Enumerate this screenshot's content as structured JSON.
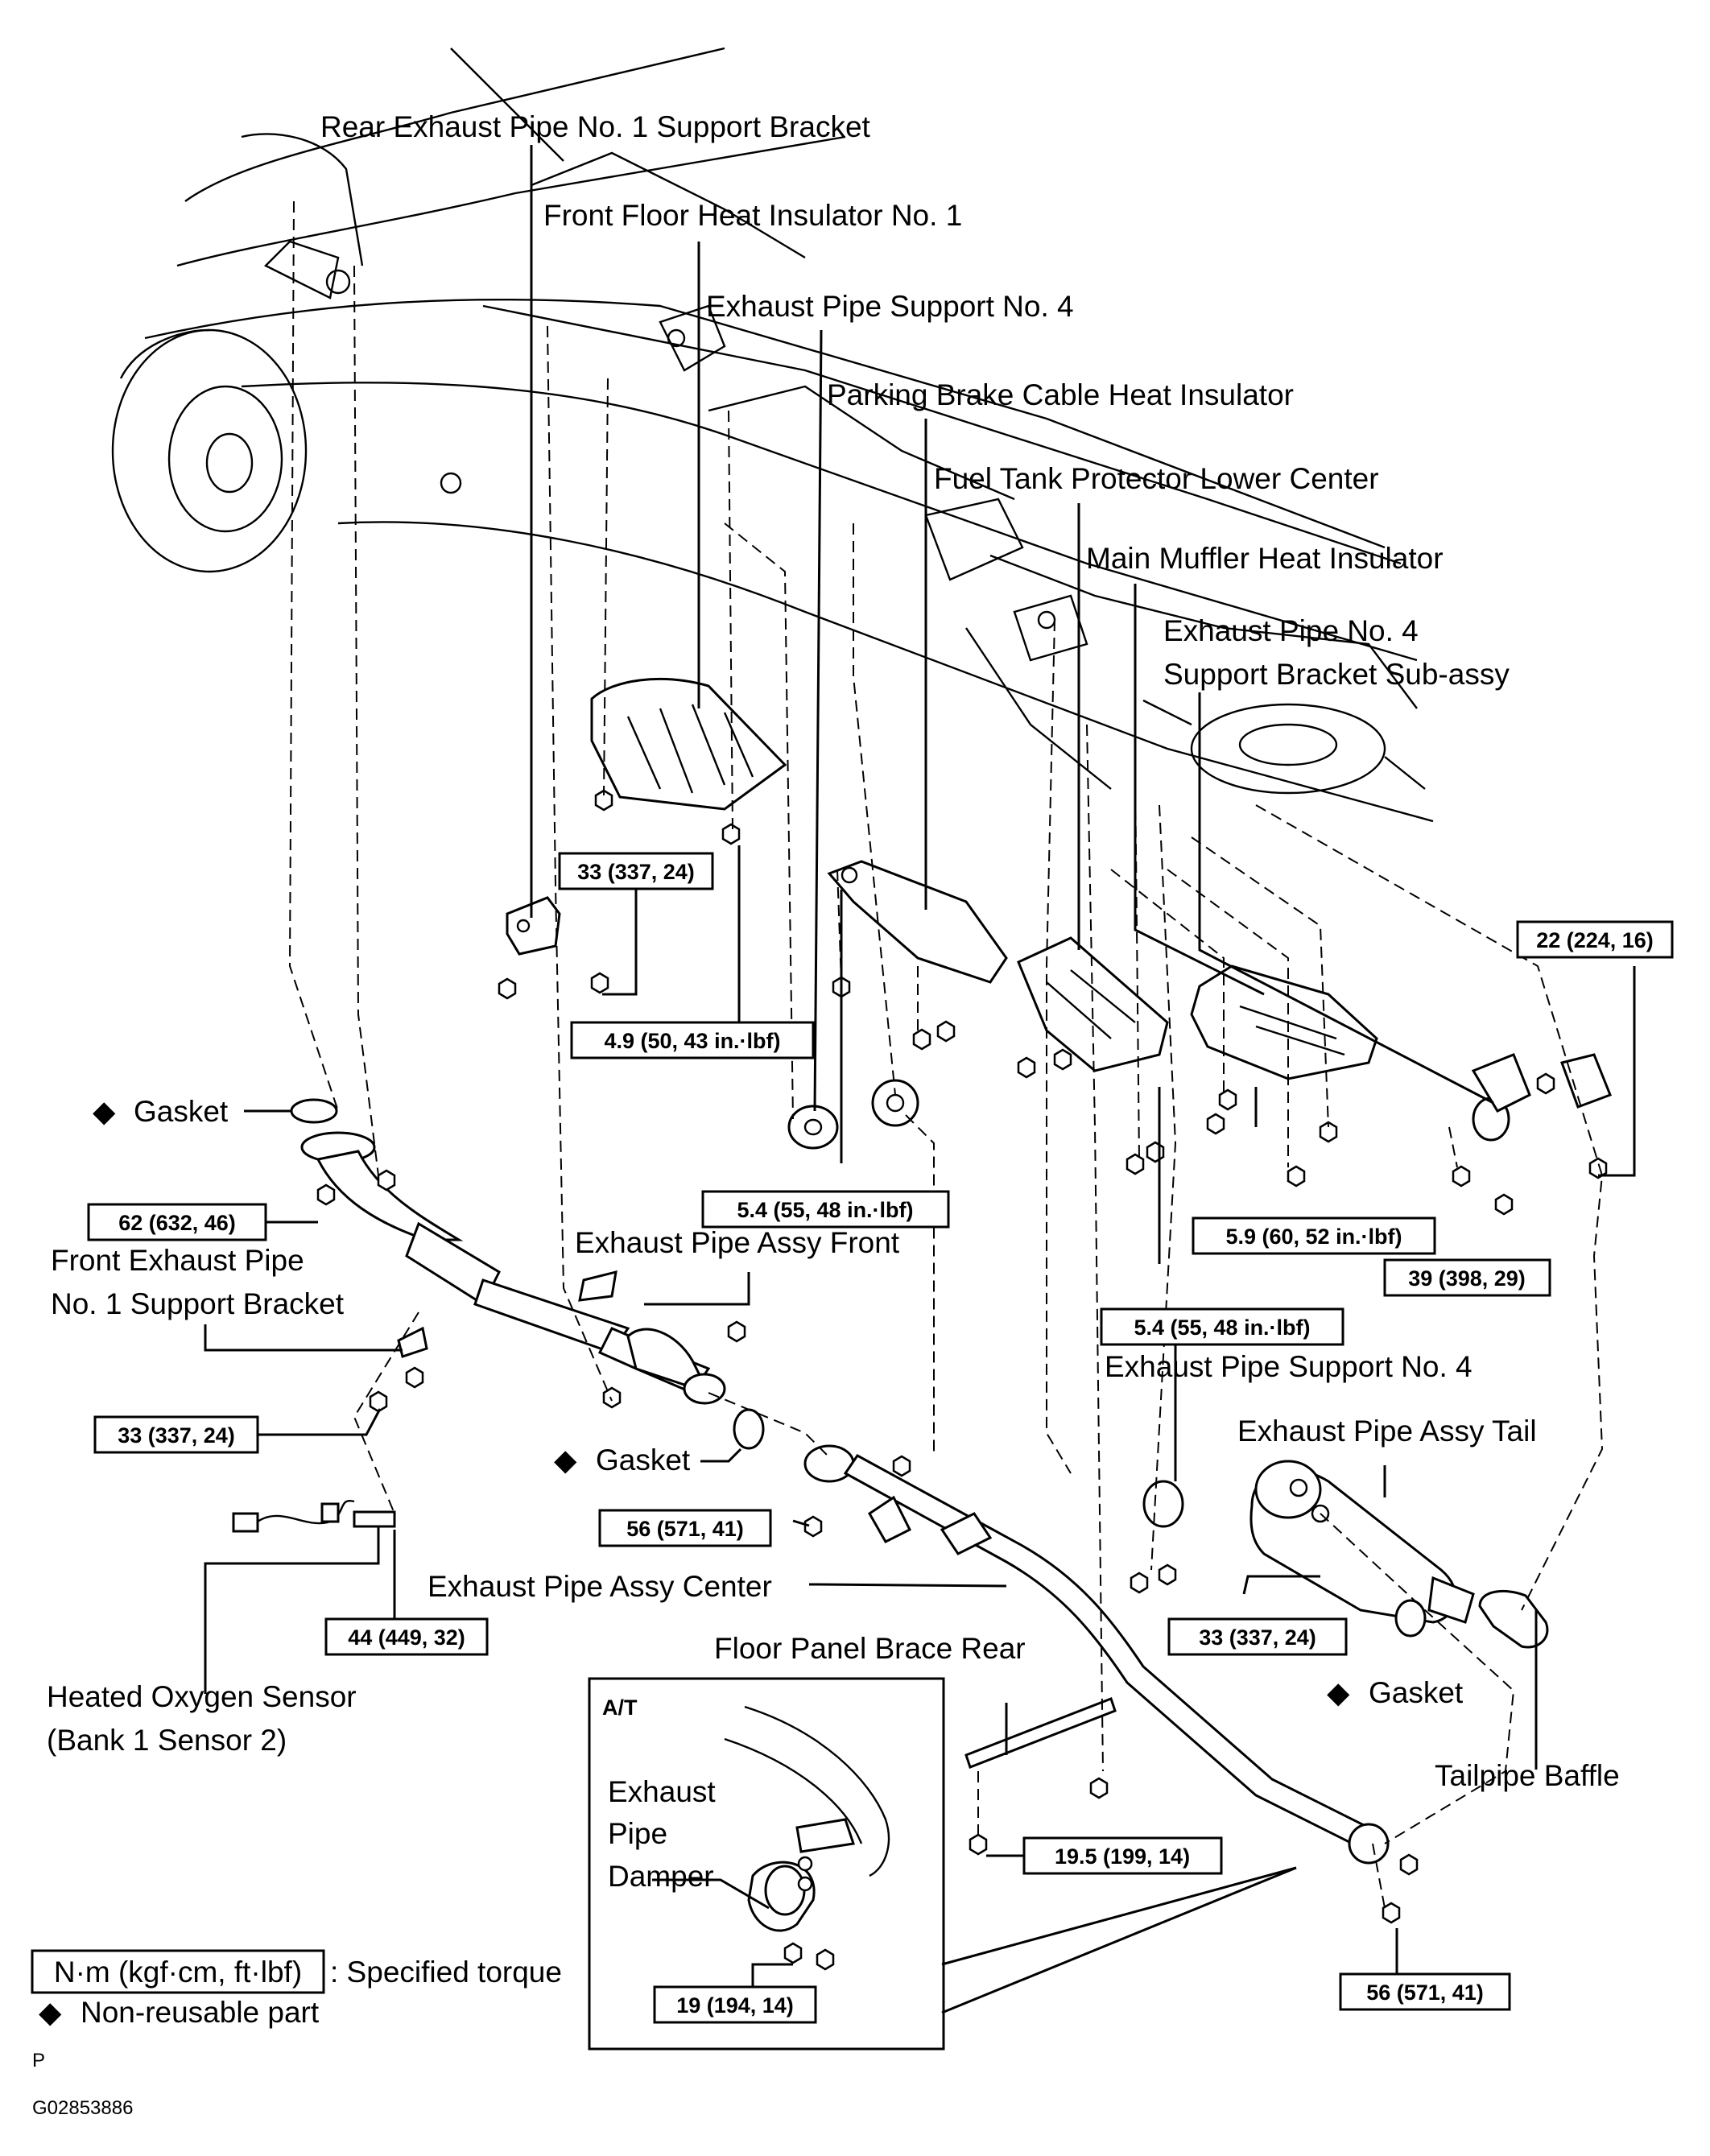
{
  "labels": {
    "rear_exhaust_bracket": "Rear Exhaust Pipe No. 1 Support Bracket",
    "front_floor_insulator": "Front Floor Heat Insulator No. 1",
    "exhaust_support_no4_top": "Exhaust Pipe Support No. 4",
    "parking_brake_insulator": "Parking Brake Cable Heat Insulator",
    "fuel_tank_protector": "Fuel Tank Protector Lower Center",
    "main_muffler_insulator": "Main Muffler Heat Insulator",
    "exhaust_no4_bracket_line1": "Exhaust Pipe No. 4",
    "exhaust_no4_bracket_line2": "Support Bracket Sub-assy",
    "gasket_1": "Gasket",
    "front_bracket_line1": "Front Exhaust Pipe",
    "front_bracket_line2": "No. 1 Support Bracket",
    "exhaust_front": "Exhaust Pipe Assy Front",
    "gasket_2": "Gasket",
    "exhaust_support_no4_mid": "Exhaust Pipe Support No. 4",
    "exhaust_tail": "Exhaust Pipe Assy Tail",
    "exhaust_center": "Exhaust Pipe Assy Center",
    "floor_brace": "Floor Panel Brace Rear",
    "gasket_3": "Gasket",
    "tailpipe_baffle": "Tailpipe Baffle",
    "sensor_line1": "Heated Oxygen Sensor",
    "sensor_line2": "(Bank 1 Sensor 2)",
    "at_title": "A/T",
    "damper_line1": "Exhaust",
    "damper_line2": "Pipe",
    "damper_line3": "Damper",
    "gasket_symbol": "◆"
  },
  "torques": {
    "t_33_a": "33 (337, 24)",
    "t_49": "4.9 (50, 43 in.·lbf)",
    "t_22": "22 (224, 16)",
    "t_62": "62 (632, 46)",
    "t_54_a": "5.4 (55, 48 in.·lbf)",
    "t_59": "5.9 (60, 52 in.·lbf)",
    "t_39": "39 (398, 29)",
    "t_54_b": "5.4 (55, 48 in.·lbf)",
    "t_33_b": "33 (337, 24)",
    "t_56_a": "56 (571, 41)",
    "t_44": "44 (449, 32)",
    "t_33_c": "33 (337, 24)",
    "t_195": "19.5 (199, 14)",
    "t_19": "19 (194, 14)",
    "t_56_b": "56 (571, 41)"
  },
  "legend": {
    "unit_box": "N·m (kgf·cm, ft·lbf)",
    "unit_text": ": Specified torque",
    "nonreusable": "Non-reusable part"
  },
  "footer": {
    "letter": "P",
    "code": "G02853886"
  }
}
